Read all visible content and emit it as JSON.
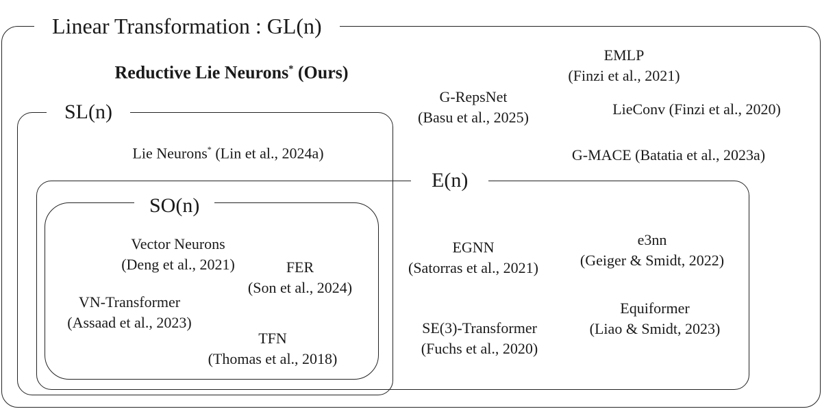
{
  "sets": {
    "gl": "Linear Transformation : GL(n)",
    "sl": "SL(n)",
    "so": "SO(n)",
    "e": "E(n)"
  },
  "methods": {
    "reductive": {
      "name": "Reductive Lie Neurons",
      "sup": "*",
      "suffix": " (Ours)"
    },
    "lie_neurons": {
      "name": "Lie Neurons",
      "sup": "*",
      "cite": " (Lin et al., 2024a)"
    },
    "emlp": {
      "name": "EMLP",
      "cite": "(Finzi et al., 2021)"
    },
    "g_repsnet": {
      "name": "G-RepsNet",
      "cite": "(Basu et al., 2025)"
    },
    "lieconv": {
      "text": "LieConv (Finzi et al., 2020)"
    },
    "g_mace": {
      "text": "G-MACE (Batatia et al., 2023a)"
    },
    "vector_neurons": {
      "name": "Vector Neurons",
      "cite": "(Deng et al., 2021)"
    },
    "fer": {
      "name": "FER",
      "cite": "(Son et al., 2024)"
    },
    "vn_transformer": {
      "name": "VN-Transformer",
      "cite": "(Assaad et al., 2023)"
    },
    "tfn": {
      "name": "TFN",
      "cite": "(Thomas et al., 2018)"
    },
    "egnn": {
      "name": "EGNN",
      "cite": "(Satorras et al., 2021)"
    },
    "e3nn": {
      "name": "e3nn",
      "cite": "(Geiger & Smidt, 2022)"
    },
    "se3_transformer": {
      "name": "SE(3)-Transformer",
      "cite": "(Fuchs et al., 2020)"
    },
    "equiformer": {
      "name": "Equiformer",
      "cite": "(Liao & Smidt, 2023)"
    }
  }
}
